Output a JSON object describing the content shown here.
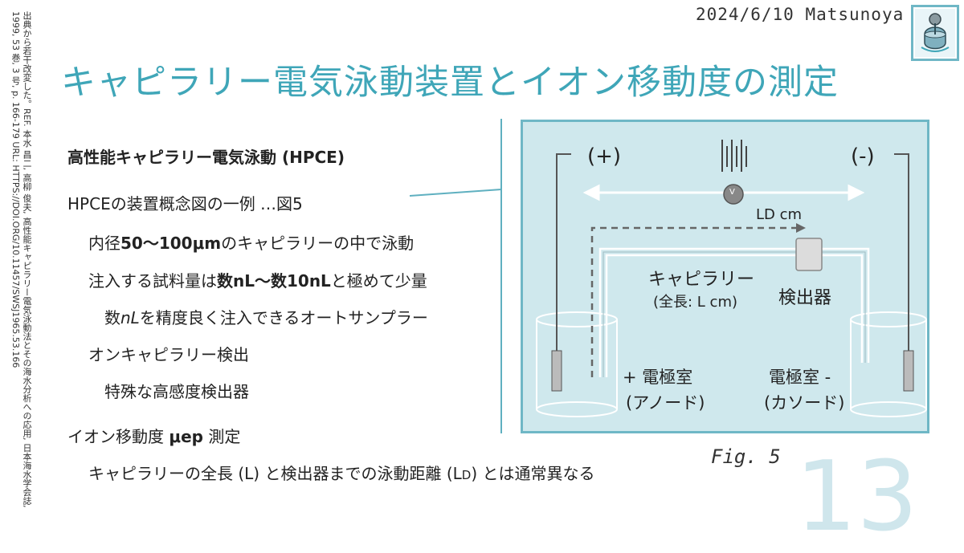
{
  "side_reference": "出典から若干改変した。REF. 本水 昌二, 高柳 俊夫, 高性能キャピラリー電気泳動法とその海水分析への応用, 日本海水学会誌, 1999, 53 巻, 3 号, p. 166-179 URL: HTTPS://DOI.ORG/10.11457/SWSJ1965.53.166",
  "header": {
    "date": "2024/6/10",
    "author": "Matsunoya",
    "title": "キャピラリー電気泳動装置とイオン移動度の測定"
  },
  "slide_number": "13",
  "body": {
    "heading_hpce": "高性能キャピラリー電気泳動 (HPCE)",
    "line_example": "HPCEの装置概念図の一例 …図5",
    "l1_pre": "内径",
    "l1_bold": "50〜100μm",
    "l1_post": "のキャピラリーの中で泳動",
    "l2_pre": "注入する試料量は",
    "l2_bold": "数nL〜数10nL",
    "l2_post": "と極めて少量",
    "l3_pre": "数",
    "l3_ital": "nL",
    "l3_post": "を精度良く注入できるオートサンプラー",
    "l4": "オンキャピラリー検出",
    "l5": "特殊な高感度検出器",
    "mob_pre": "イオン移動度  ",
    "mob_bold": "μep",
    "mob_post": " 測定",
    "last_a": "キャピラリーの全長 (L) と検出器までの泳動距離 (L",
    "last_sub": "D",
    "last_b": ") とは通常異なる"
  },
  "figure": {
    "plus": "(+)",
    "minus": "(-)",
    "voltmeter": "V",
    "ld": "LD cm",
    "capillary": "キャピラリー",
    "total_length": "(全長: L cm)",
    "detector": "検出器",
    "anode_a": "+ 電極室",
    "anode_b": "(アノード)",
    "cathode_a": "電極室 -",
    "cathode_b": "(カソード)",
    "caption": "Fig. 5"
  },
  "colors": {
    "title": "#3fa6b8",
    "frame": "#6fb7c6",
    "figure_bg": "#cfe8ed"
  }
}
